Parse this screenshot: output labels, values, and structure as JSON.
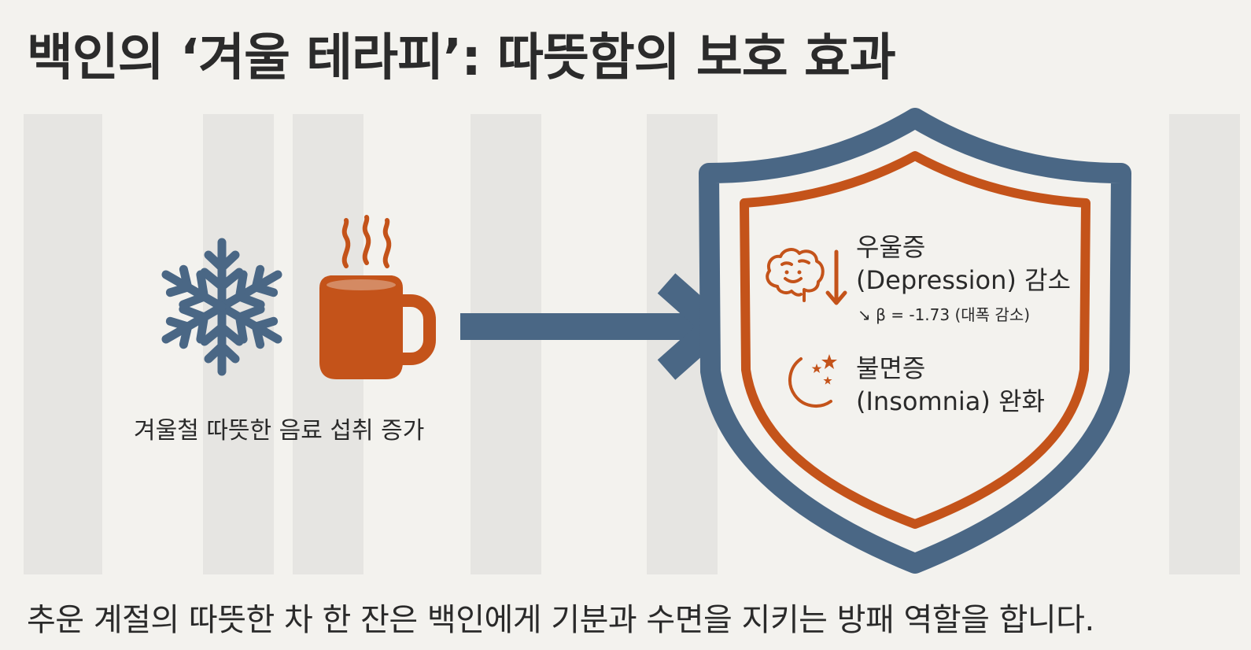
{
  "title": "백인의 ‘겨울 테라피’: 따뜻함의 보호 효과",
  "left_caption": "겨울철 따뜻한 음료 섭취 증가",
  "effects": {
    "depression": {
      "name_ko": "우울증",
      "name_en_line": "(Depression) 감소",
      "stat": "↘ β = -1.73 (대폭 감소)"
    },
    "insomnia": {
      "name_ko": "불면증",
      "name_en_line": "(Insomnia) 완화"
    }
  },
  "footer": "추운 계절의 따뜻한 차 한 잔은 백인에게 기분과 수면을 지키는 방패 역할을 합니다.",
  "colors": {
    "blue": "#4a6785",
    "orange": "#c4531a",
    "background": "#f3f2ee"
  },
  "icons": [
    "snowflake-icon",
    "hot-mug-icon",
    "arrow-right-icon",
    "shield-icon",
    "brain-icon",
    "down-arrow-icon",
    "moon-stars-icon"
  ]
}
